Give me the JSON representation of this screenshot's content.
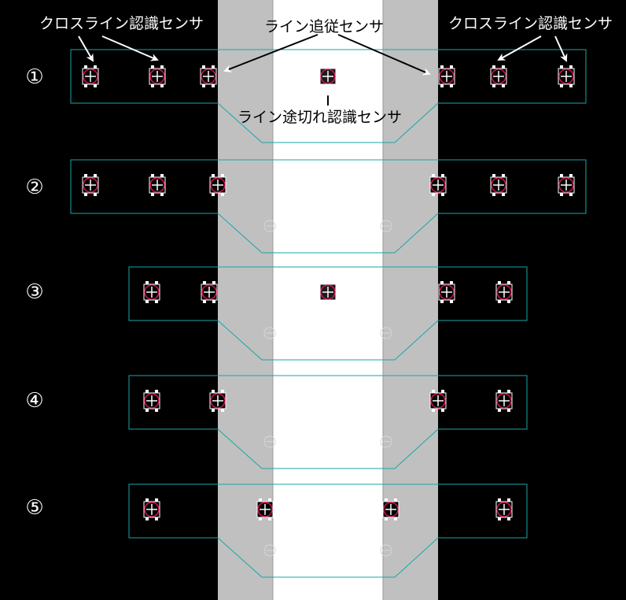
{
  "labels": {
    "cross_left": "クロスライン認識センサ",
    "cross_right": "クロスライン認識センサ",
    "follow": "ライン追従センサ",
    "gap": "ライン途切れ認識センサ"
  },
  "rows": [
    {
      "number": "①",
      "sensors": [
        {
          "type": "pcb"
        },
        {
          "type": "pcb"
        },
        {
          "type": "pcb"
        },
        {
          "type": "pcb"
        },
        {
          "type": "pcb"
        },
        {
          "type": "pcb"
        },
        {
          "type": "pcb"
        }
      ]
    },
    {
      "number": "②",
      "sensors": [
        {
          "type": "pcb"
        },
        {
          "type": "pcb"
        },
        {
          "type": "pcb"
        },
        {
          "type": "pcb"
        },
        {
          "type": "pcb"
        },
        {
          "type": "pcb"
        }
      ]
    },
    {
      "number": "③",
      "sensors": [
        {
          "type": "pcb"
        },
        {
          "type": "pcb"
        },
        {
          "type": "pcb"
        },
        {
          "type": "pcb"
        },
        {
          "type": "pcb"
        }
      ]
    },
    {
      "number": "④",
      "sensors": [
        {
          "type": "pcb"
        },
        {
          "type": "pcb"
        },
        {
          "type": "pcb"
        },
        {
          "type": "pcb"
        }
      ]
    },
    {
      "number": "⑤",
      "sensors": [
        {
          "type": "pcb"
        },
        {
          "type": "pcb"
        },
        {
          "type": "pcb"
        },
        {
          "type": "pcb"
        }
      ]
    }
  ],
  "colors": {
    "background": "#000000",
    "gray_band": "#c0c0c0",
    "white_line": "#ffffff",
    "outline": "#1aa6a6",
    "sensor_ring": "#d4145a",
    "text": "#ffffff"
  }
}
